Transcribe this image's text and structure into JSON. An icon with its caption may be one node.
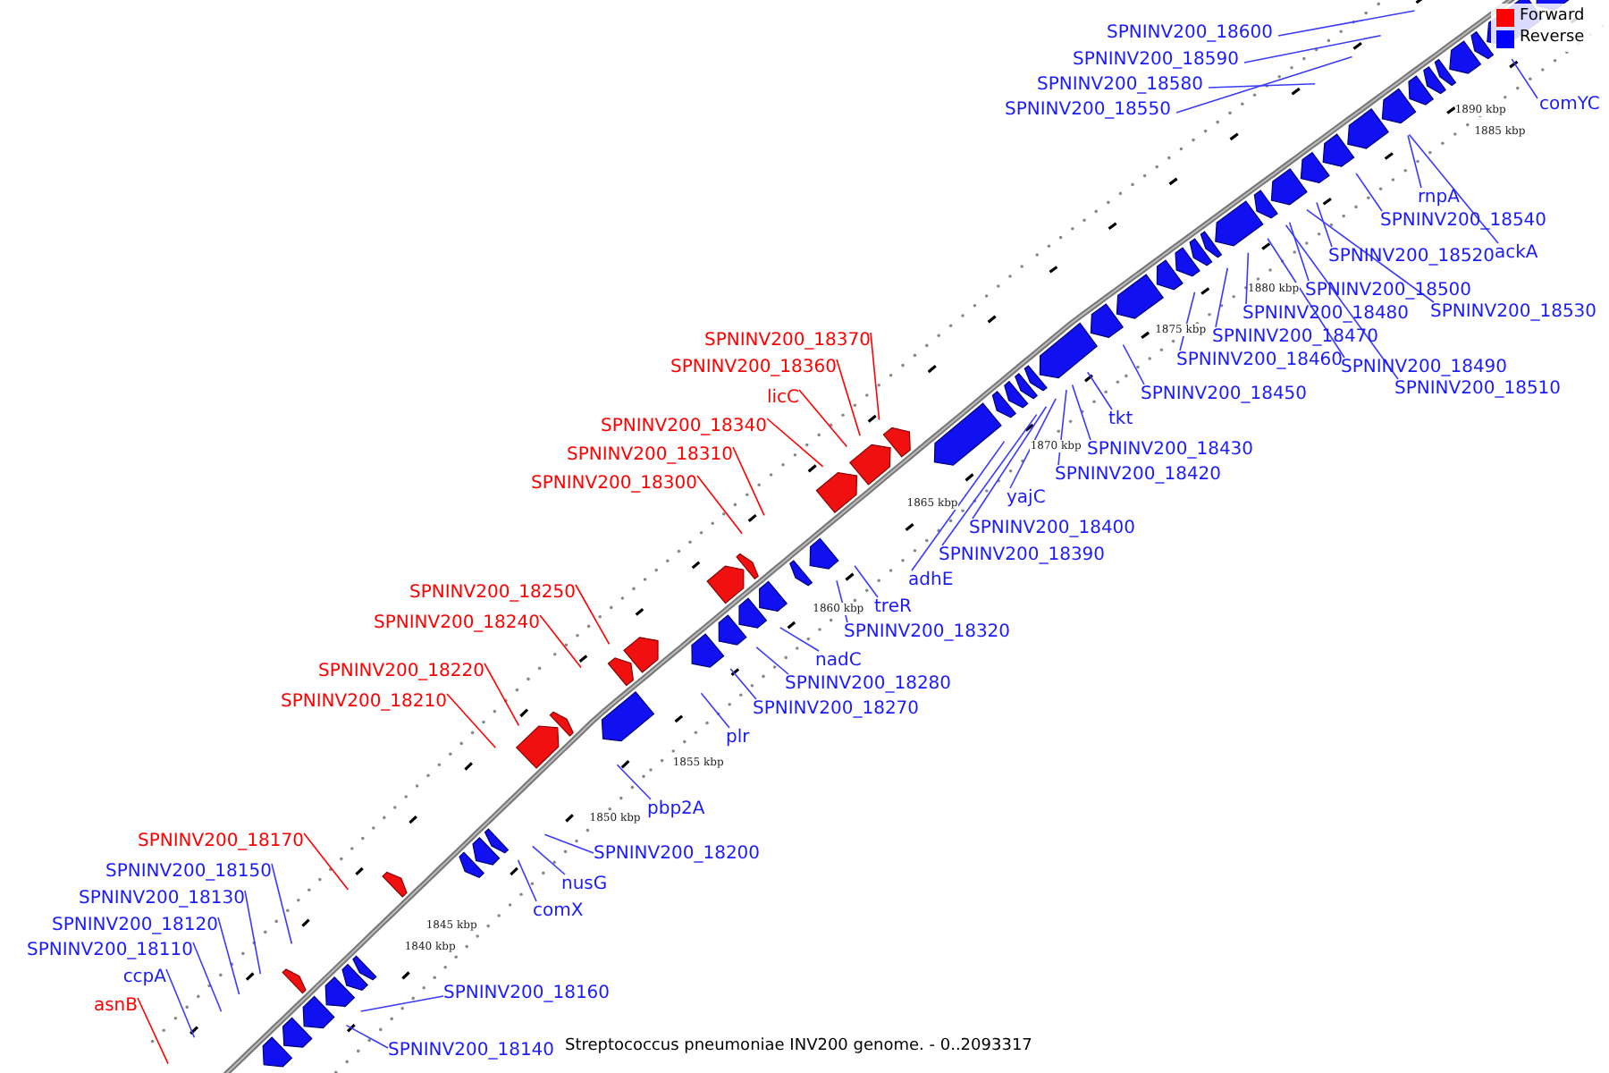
{
  "diagram": {
    "caption": "Streptococcus pneumoniae INV200 genome. - 0..2093317",
    "nodes": [
      {
        "text": [
          "SPNINV200_18600"
        ]
      },
      {
        "text": [
          "SPNINV200_18590"
        ]
      },
      {
        "text": [
          "SPNINV200_18580"
        ]
      },
      {
        "text": [
          "comYC"
        ]
      },
      {
        "text": [
          "SPNINV200_18550"
        ]
      },
      {
        "text": [
          "rnpA"
        ]
      },
      {
        "text": [
          "SPNINV200_18540"
        ]
      },
      {
        "text": [
          "ackA"
        ]
      },
      {
        "text": [
          "SPNINV200_18520"
        ]
      },
      {
        "text": [
          "SPNINV200_18500"
        ]
      },
      {
        "text": [
          "SPNINV200_18530"
        ]
      },
      {
        "text": [
          "SPNINV200_18480"
        ]
      },
      {
        "text": [
          "SPNINV200_18470"
        ]
      },
      {
        "text": [
          "SPNINV200_18370"
        ]
      },
      {
        "text": [
          "SPNINV200_18460"
        ]
      },
      {
        "text": [
          "SPNINV200_18490"
        ]
      },
      {
        "text": [
          "SPNINV200_18360"
        ]
      },
      {
        "text": [
          "SPNINV200_18510"
        ]
      },
      {
        "text": [
          "SPNINV200_18450"
        ]
      },
      {
        "text": [
          "licC"
        ]
      },
      {
        "text": [
          "tkt"
        ]
      },
      {
        "text": [
          "SPNINV200_18340"
        ]
      },
      {
        "text": [
          "SPNINV200_18430"
        ]
      },
      {
        "text": [
          "SPNINV200_18310"
        ]
      },
      {
        "text": [
          "SPNINV200_18420"
        ]
      },
      {
        "text": [
          "SPNINV200_18300"
        ]
      },
      {
        "text": [
          "yajC"
        ]
      },
      {
        "text": [
          "SPNINV200_18400"
        ]
      },
      {
        "text": [
          "SPNINV200_18390"
        ]
      },
      {
        "text": [
          "adhE"
        ]
      },
      {
        "text": [
          "SPNINV200_18250"
        ]
      },
      {
        "text": [
          "treR"
        ]
      },
      {
        "text": [
          "SPNINV200_18240"
        ]
      },
      {
        "text": [
          "SPNINV200_18320"
        ]
      },
      {
        "text": [
          "nadC"
        ]
      },
      {
        "text": [
          "SPNINV200_18220"
        ]
      },
      {
        "text": [
          "SPNINV200_18280"
        ]
      },
      {
        "text": [
          "SPNINV200_18210"
        ]
      },
      {
        "text": [
          "SPNINV200_18270"
        ]
      },
      {
        "text": [
          "plr"
        ]
      },
      {
        "text": [
          "pbp2A"
        ]
      },
      {
        "text": [
          "SPNINV200_18170"
        ]
      },
      {
        "text": [
          "SPNINV200_18200"
        ]
      },
      {
        "text": [
          "SPNINV200_18150"
        ]
      },
      {
        "text": [
          "nusG"
        ]
      },
      {
        "text": [
          "SPNINV200_18130"
        ]
      },
      {
        "text": [
          "comX"
        ]
      },
      {
        "text": [
          "SPNINV200_18120"
        ]
      },
      {
        "text": [
          "SPNINV200_18110"
        ]
      },
      {
        "text": [
          "ccpA"
        ]
      },
      {
        "text": [
          "SPNINV200_18160"
        ]
      },
      {
        "text": [
          "asnB"
        ]
      },
      {
        "text": [
          "SPNINV200_18140"
        ]
      }
    ],
    "edges": [
      {
        "from": 0,
        "to": null,
        "arrow": "none"
      },
      {
        "from": 1,
        "to": null,
        "arrow": "none"
      },
      {
        "from": 2,
        "to": null,
        "arrow": "none"
      },
      {
        "from": 3,
        "to": null,
        "arrow": "none"
      },
      {
        "from": 4,
        "to": null,
        "arrow": "none"
      },
      {
        "from": 5,
        "to": null,
        "arrow": "none"
      },
      {
        "from": 6,
        "to": null,
        "arrow": "none"
      },
      {
        "from": 7,
        "to": null,
        "arrow": "none"
      },
      {
        "from": 8,
        "to": null,
        "arrow": "none"
      },
      {
        "from": 9,
        "to": null,
        "arrow": "none"
      },
      {
        "from": 10,
        "to": null,
        "arrow": "none"
      },
      {
        "from": 11,
        "to": null,
        "arrow": "none"
      },
      {
        "from": 12,
        "to": null,
        "arrow": "none"
      },
      {
        "from": 13,
        "to": null,
        "arrow": "none",
        "color": "#ff0000"
      },
      {
        "from": 14,
        "to": null,
        "arrow": "none"
      },
      {
        "from": 15,
        "to": null,
        "arrow": "none"
      },
      {
        "from": 16,
        "to": null,
        "arrow": "none",
        "color": "#ff0000"
      },
      {
        "from": 17,
        "to": null,
        "arrow": "none"
      },
      {
        "from": 18,
        "to": null,
        "arrow": "none"
      },
      {
        "from": 19,
        "to": null,
        "arrow": "none",
        "color": "#ff0000"
      },
      {
        "from": 20,
        "to": null,
        "arrow": "none"
      },
      {
        "from": 21,
        "to": null,
        "arrow": "none",
        "color": "#ff0000"
      },
      {
        "from": 22,
        "to": null,
        "arrow": "none"
      },
      {
        "from": 23,
        "to": null,
        "arrow": "none",
        "color": "#ff0000"
      },
      {
        "from": 24,
        "to": null,
        "arrow": "none"
      },
      {
        "from": 25,
        "to": null,
        "arrow": "none",
        "color": "#ff0000"
      },
      {
        "from": 26,
        "to": null,
        "arrow": "none"
      },
      {
        "from": 27,
        "to": null,
        "arrow": "none"
      },
      {
        "from": 28,
        "to": null,
        "arrow": "none"
      },
      {
        "from": 29,
        "to": null,
        "arrow": "none"
      },
      {
        "from": 30,
        "to": null,
        "arrow": "none",
        "color": "#ff0000"
      },
      {
        "from": 31,
        "to": null,
        "arrow": "none"
      },
      {
        "from": 32,
        "to": null,
        "arrow": "none",
        "color": "#ff0000"
      },
      {
        "from": 33,
        "to": null,
        "arrow": "none"
      },
      {
        "from": 34,
        "to": null,
        "arrow": "none"
      },
      {
        "from": 35,
        "to": null,
        "arrow": "none",
        "color": "#ff0000"
      },
      {
        "from": 36,
        "to": null,
        "arrow": "none"
      },
      {
        "from": 37,
        "to": null,
        "arrow": "none",
        "color": "#ff0000"
      },
      {
        "from": 38,
        "to": null,
        "arrow": "none"
      },
      {
        "from": 39,
        "to": null,
        "arrow": "none"
      },
      {
        "from": 40,
        "to": null,
        "arrow": "none"
      },
      {
        "from": 41,
        "to": null,
        "arrow": "none",
        "color": "#ff0000"
      },
      {
        "from": 42,
        "to": null,
        "arrow": "none"
      },
      {
        "from": 43,
        "to": null,
        "arrow": "none"
      },
      {
        "from": 44,
        "to": null,
        "arrow": "none"
      },
      {
        "from": 45,
        "to": null,
        "arrow": "none"
      },
      {
        "from": 46,
        "to": null,
        "arrow": "none"
      },
      {
        "from": 47,
        "to": null,
        "arrow": "none"
      },
      {
        "from": 48,
        "to": null,
        "arrow": "none"
      },
      {
        "from": 49,
        "to": null,
        "arrow": "none"
      },
      {
        "from": 50,
        "to": null,
        "arrow": "none"
      },
      {
        "from": 51,
        "to": null,
        "arrow": "none",
        "color": "#ff0000"
      },
      {
        "from": 52,
        "to": null,
        "arrow": "none"
      }
    ],
    "labels": [
      "1840 kbp",
      "1845 kbp",
      "1850 kbp",
      "1855 kbp",
      "1860 kbp",
      "1865 kbp",
      "1870 kbp",
      "1875 kbp",
      "1880 kbp",
      "1885 kbp",
      "1890 kbp"
    ],
    "legend": [
      {
        "text": "Forward",
        "color": "#ff0000"
      },
      {
        "text": "Reverse",
        "color": "#0000ff"
      }
    ]
  }
}
